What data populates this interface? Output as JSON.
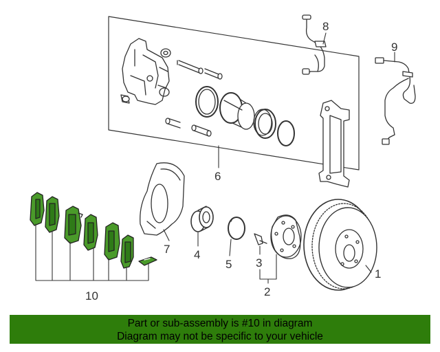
{
  "callouts": {
    "c1": "1",
    "c2": "2",
    "c3": "3",
    "c4": "4",
    "c5": "5",
    "c6": "6",
    "c7": "7",
    "c8": "8",
    "c9": "9",
    "c10": "10"
  },
  "banner": {
    "line1": "Part or sub-assembly is #10 in diagram",
    "line2": "Diagram may not be specific to your vehicle"
  },
  "colors": {
    "banner_bg": "#2e7d0b",
    "pad_green": "#4a9a2a",
    "line": "#333333"
  }
}
